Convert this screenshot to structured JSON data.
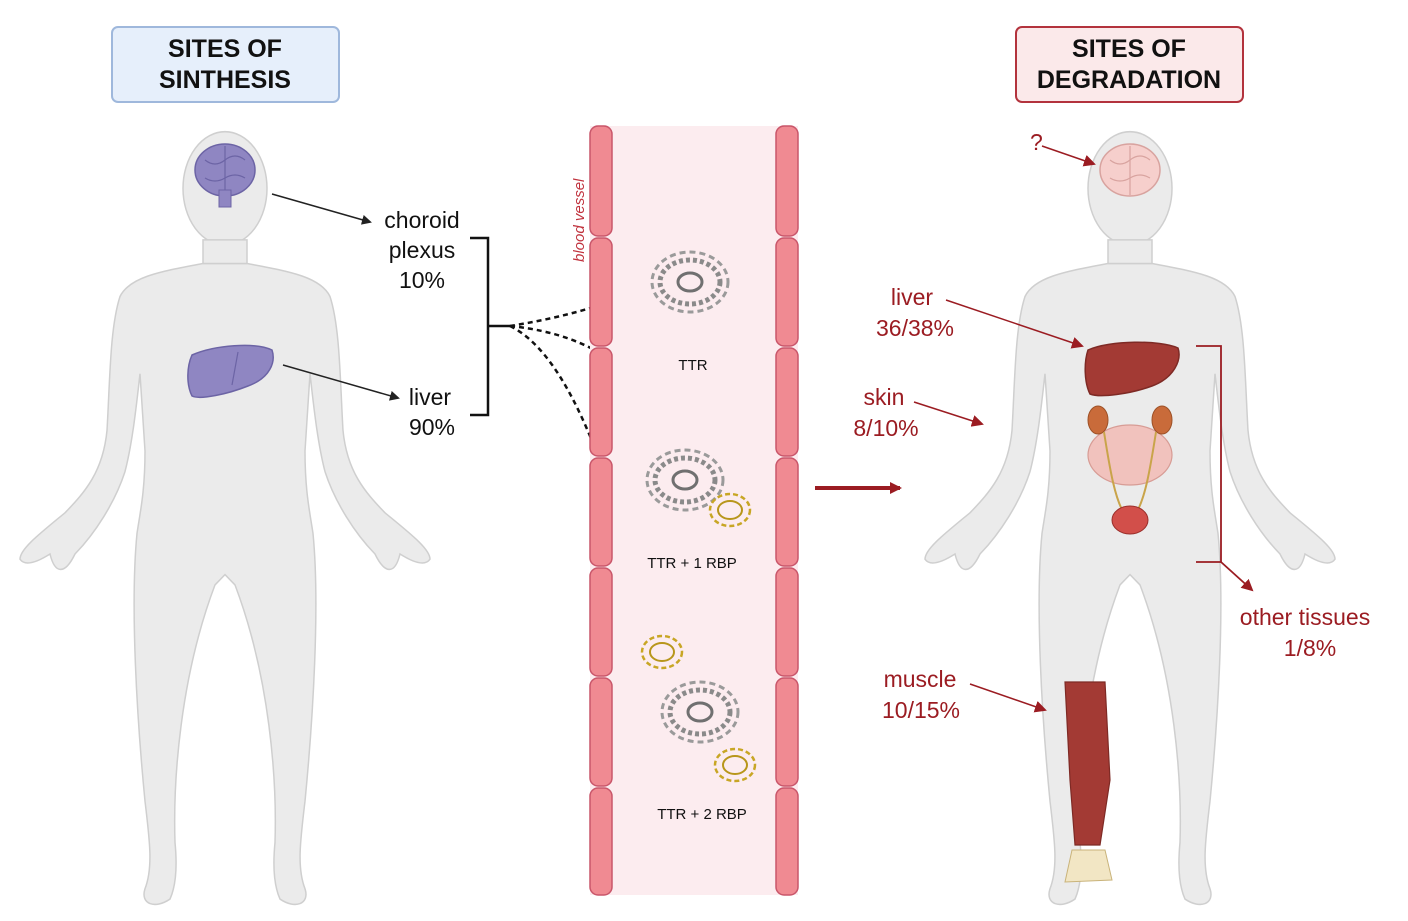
{
  "left_panel": {
    "title_line1": "SITES OF",
    "title_line2": "SINTHESIS",
    "choroid_line1": "choroid",
    "choroid_line2": "plexus",
    "choroid_pct": "10%",
    "liver_label": "liver",
    "liver_pct": "90%"
  },
  "vessel": {
    "label": "blood vessel",
    "ttr": "TTR",
    "ttr_1rbp": "TTR + 1 RBP",
    "ttr_2rbp": "TTR + 2 RBP"
  },
  "right_panel": {
    "title_line1": "SITES OF",
    "title_line2": "DEGRADATION",
    "brain_mark": "?",
    "liver_label": "liver",
    "liver_pct": "36/38%",
    "skin_label": "skin",
    "skin_pct": "8/10%",
    "other_label": "other tissues",
    "other_pct": "1/8%",
    "muscle_label": "muscle",
    "muscle_pct": "10/15%"
  },
  "colors": {
    "synthesis_box_fill": "#e6effb",
    "synthesis_box_stroke": "#9fb8dc",
    "degradation_box_fill": "#fbe9ea",
    "degradation_box_stroke": "#b3333d",
    "synthesis_organ": "#8f86c2",
    "degradation_text": "#9b1c22",
    "vessel_cell": "#f08a92",
    "vessel_bg": "#fcecef",
    "protein_gray": "#8a8a8a",
    "rbp_gold": "#c8a624",
    "body_fill": "#ebebeb"
  }
}
